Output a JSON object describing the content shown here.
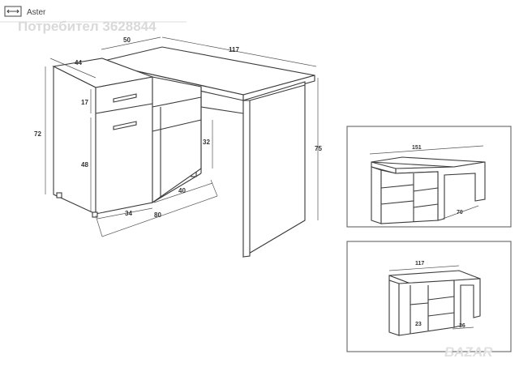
{
  "header": {
    "title": "Aster",
    "icon": "width-arrows-icon"
  },
  "watermark": "Потребител 3628844",
  "brand_logo": "BAZAR",
  "main_view": {
    "dims": {
      "top_depth": "50",
      "top_width": "117",
      "side_depth": "44",
      "drawer_h": "17",
      "total_h_left": "72",
      "door_h": "48",
      "shelf_h": "32",
      "total_h_right": "75",
      "shelf_depth": "40",
      "cab_width": "34",
      "base_width": "80"
    }
  },
  "inset_top": {
    "dims": {
      "width": "151",
      "depth": "70"
    }
  },
  "inset_bottom": {
    "dims": {
      "width": "117",
      "shelf": "23",
      "leg": "36"
    }
  }
}
